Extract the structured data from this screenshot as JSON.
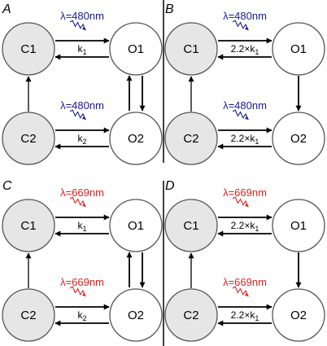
{
  "colors": {
    "closed_fill": "#e6e6e6",
    "open_fill": "#ffffff",
    "stroke": "#555555",
    "arrow": "#000000",
    "blue": "#1a1a8c",
    "red": "#e02020"
  },
  "panels": [
    {
      "letter": "A",
      "color": "blue",
      "states": {
        "c1": "C1",
        "o1": "O1",
        "c2": "C2",
        "o2": "O2"
      },
      "top": {
        "lambda": "λ=480nm",
        "rate_base": "k",
        "rate_sub": "1"
      },
      "bottom": {
        "lambda": "λ=480nm",
        "rate_base": "k",
        "rate_sub": "2"
      },
      "o1_o2": "bidirectional"
    },
    {
      "letter": "B",
      "color": "blue",
      "states": {
        "c1": "C1",
        "o1": "O1",
        "c2": "C2",
        "o2": "O2"
      },
      "top": {
        "lambda": "λ=480nm",
        "rate_base": "2.2×k",
        "rate_sub": "1"
      },
      "bottom": {
        "lambda": "λ=480nm",
        "rate_base": "2.2×k",
        "rate_sub": "1"
      },
      "o1_o2": "down"
    },
    {
      "letter": "C",
      "color": "red",
      "states": {
        "c1": "C1",
        "o1": "O1",
        "c2": "C2",
        "o2": "O2"
      },
      "top": {
        "lambda": "λ=669nm",
        "rate_base": "k",
        "rate_sub": "1"
      },
      "bottom": {
        "lambda": "λ=669nm",
        "rate_base": "k",
        "rate_sub": "2"
      },
      "o1_o2": "bidirectional"
    },
    {
      "letter": "D",
      "color": "red",
      "states": {
        "c1": "C1",
        "o1": "O1",
        "c2": "C2",
        "o2": "O2"
      },
      "top": {
        "lambda": "λ=669nm",
        "rate_base": "2.2×k",
        "rate_sub": "1"
      },
      "bottom": {
        "lambda": "λ=669nm",
        "rate_base": "2.2×k",
        "rate_sub": "1"
      },
      "o1_o2": "down"
    }
  ]
}
